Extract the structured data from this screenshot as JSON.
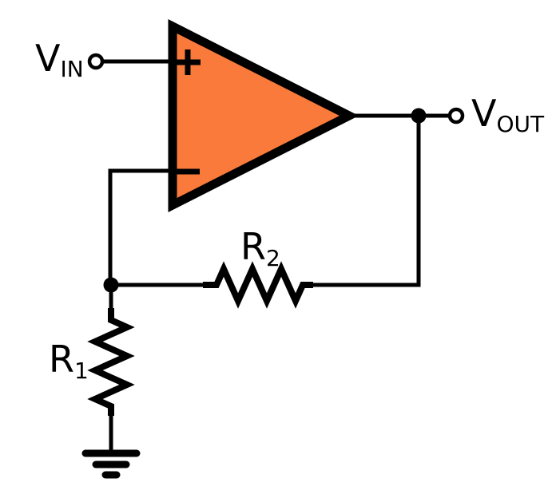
{
  "diagram": {
    "labels": {
      "v_in": {
        "main": "V",
        "sub": "IN"
      },
      "v_out": {
        "main": "V",
        "sub": "OUT"
      },
      "r1": {
        "main": "R",
        "sub": "1"
      },
      "r2": {
        "main": "R",
        "sub": "2"
      },
      "opamp": {
        "noninverting_input": "+",
        "inverting_input": "−"
      }
    },
    "colors": {
      "opamp_fill": "#FA7A3C",
      "stroke": "#000000",
      "background": "#FFFFFF"
    }
  }
}
